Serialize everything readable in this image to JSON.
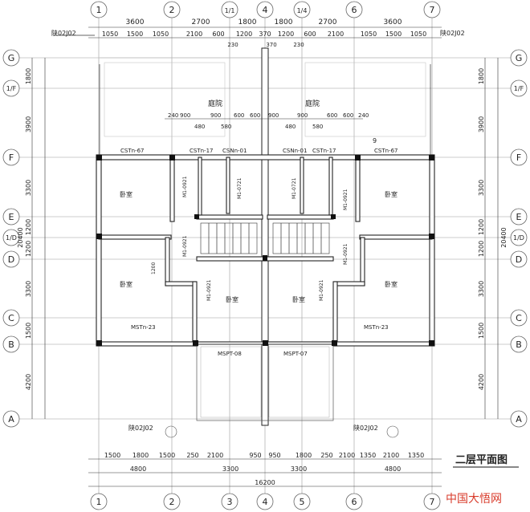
{
  "drawing": {
    "title": "二层平面图",
    "watermark": "中国大悟网"
  },
  "axes": {
    "top": [
      "1",
      "2",
      "1/1",
      "4",
      "1/4",
      "6",
      "7"
    ],
    "bottom": [
      "1",
      "2",
      "3",
      "4",
      "5",
      "6",
      "7"
    ],
    "left": [
      "G",
      "1/F",
      "F",
      "E",
      "1/D",
      "D",
      "C",
      "B",
      "A"
    ],
    "right": [
      "G",
      "1/F",
      "F",
      "E",
      "1/D",
      "D",
      "C",
      "B",
      "A"
    ]
  },
  "dimensions": {
    "top_major": [
      "3600",
      "2700",
      "1800",
      "1800",
      "2700",
      "3600"
    ],
    "top_minor": [
      "1050",
      "1500",
      "1050",
      "2100",
      "600",
      "1200",
      "370",
      "1200",
      "600",
      "2100",
      "1050",
      "1500",
      "1050"
    ],
    "top_small": [
      "230",
      "370",
      "230"
    ],
    "bottom_detail": [
      "1500",
      "1800",
      "1500",
      "250",
      "2100",
      "950",
      "950",
      "1800",
      "250",
      "2100",
      "1350",
      "2100",
      "1350"
    ],
    "bottom_group": [
      "4800",
      "3300",
      "3300",
      "4800"
    ],
    "bottom_total": "16200",
    "left_rows": [
      "1800",
      "3900",
      "3300",
      "1200",
      "1200",
      "3300",
      "1500",
      "4200"
    ],
    "left_total": "20400",
    "right_rows": [
      "1800",
      "3900",
      "3300",
      "1200",
      "1200",
      "3300",
      "1500",
      "4200"
    ],
    "right_total": "20400",
    "courtyard": [
      "240",
      "900",
      "900",
      "600",
      "600",
      "900",
      "900",
      "600",
      "600",
      "240"
    ],
    "courtyard_sub": [
      "480",
      "580",
      "480",
      "580"
    ]
  },
  "labels": {
    "courtyard_left": "庭院",
    "courtyard_right": "庭院",
    "bedroom": "卧室",
    "window_top": [
      "CSTn-67",
      "CSTn-17",
      "CSNn-01",
      "CSNn-01",
      "CSTn-17",
      "CSTn-67"
    ],
    "window_mid": [
      "MSTn-23",
      "MSTn-23"
    ],
    "doors_bottom": [
      "MSPT-08",
      "MSPT-07"
    ],
    "door_tags": [
      "M1-0921",
      "M1-0921",
      "M1-0921",
      "M1-0921",
      "M1-0721",
      "M1-0721",
      "M1-0921",
      "M1-0921"
    ],
    "ref_tag": "陕02J02",
    "section_no": "9",
    "dim_1200": "1200"
  }
}
